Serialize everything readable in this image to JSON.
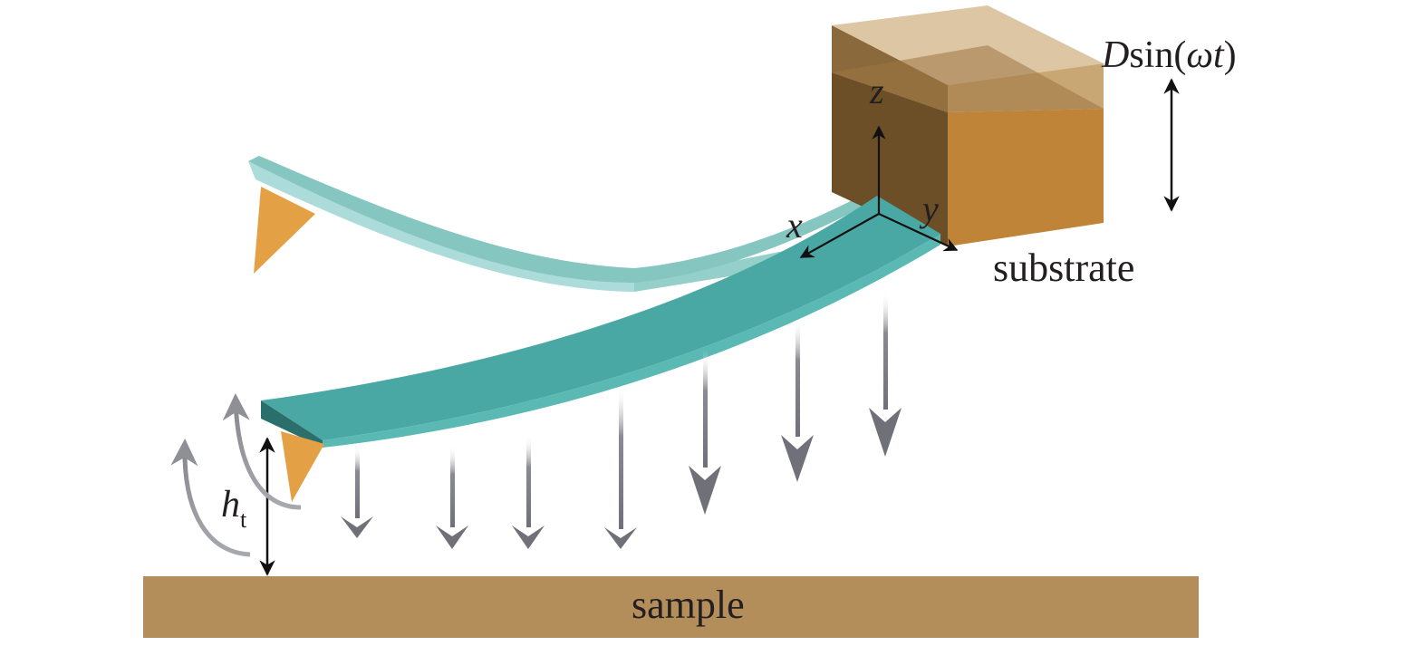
{
  "labels": {
    "drive_D": "D",
    "drive_rest": "sin(",
    "drive_omega": "ω",
    "drive_t": "t",
    "drive_close": ")",
    "substrate": "substrate",
    "sample": "sample",
    "height_main": "h",
    "height_sub": "t",
    "axis_z": "z",
    "axis_x": "x",
    "axis_y": "y"
  },
  "colors": {
    "cantilever_top": "#4aa8a4",
    "cantilever_side": "#2f8480",
    "cantilever_ghost": "#9ed5d1",
    "tip": "#e3a045",
    "block_front": "#c08438",
    "block_side": "#6d4f27",
    "block_ghost": "#c9a774",
    "sample": "#b38d5a",
    "force_arrow": "#7f8088",
    "motion_arrow": "#8e9096",
    "black_arrow": "#111111"
  }
}
